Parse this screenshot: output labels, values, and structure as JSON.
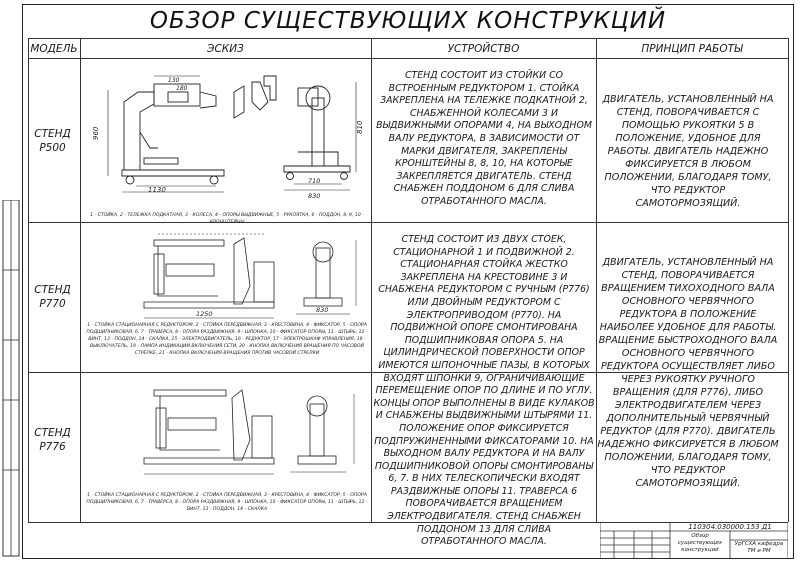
{
  "title": "ОБЗОР СУЩЕСТВУЮЩИХ КОНСТРУКЦИЙ",
  "columns": {
    "model": "МОДЕЛЬ",
    "sketch": "ЭСКИЗ",
    "device": "УСТРОЙСТВО",
    "principle": "ПРИНЦИП РАБОТЫ"
  },
  "rows": [
    {
      "model": "СТЕНД Р500",
      "device": "СТЕНД СОСТОИТ ИЗ СТОЙКИ СО ВСТРОЕННЫМ РЕДУКТОРОМ 1. СТОЙКА ЗАКРЕПЛЕНА НА ТЕЛЕЖКЕ ПОДКАТНОЙ 2, СНАБЖЕННОЙ КОЛЕСАМИ 3 И ВЫДВИЖНЫМИ ОПОРАМИ 4, НА ВЫХОДНОМ ВАЛУ РЕДУКТОРА, В ЗАВИСИМОСТИ ОТ МАРКИ ДВИГАТЕЛЯ, ЗАКРЕПЛЕНЫ КРОНШТЕЙНЫ 8, 8, 10, НА КОТОРЫЕ ЗАКРЕПЛЯЕТСЯ ДВИГАТЕЛЬ. СТЕНД СНАБЖЕН ПОДДОНОМ 6 ДЛЯ СЛИВА ОТРАБОТАННОГО МАСЛА.",
      "principle": "ДВИГАТЕЛЬ, УСТАНОВЛЕННЫЙ НА СТЕНД, ПОВОРАЧИВАЕТСЯ С ПОМОЩЬЮ РУКОЯТКИ 5 В ПОЛОЖЕНИЕ, УДОБНОЕ ДЛЯ РАБОТЫ. ДВИГАТЕЛЬ НАДЕЖНО ФИКСИРУЕТСЯ В ЛЮБОМ ПОЛОЖЕНИИ, БЛАГОДАРЯ ТОМУ, ЧТО РЕДУКТОР САМОТОРМОЗЯЩИЙ.",
      "caption": "1 - СТОЙКА, 2 - ТЕЛЕЖКА ПОДКАТНАЯ, 3 - КОЛЕСА, 4 - ОПОРЫ ВЫДВИЖНЫЕ, 5 - РУКОЯТКА, 6 - ПОДДОН, 8, 9, 10 - КРОНШТЕЙНЫ",
      "dims": {
        "d1130": "1130",
        "d960": "960",
        "d810": "810",
        "d710": "710",
        "d830": "830",
        "d130": "130",
        "d180": "180"
      }
    },
    {
      "model": "СТЕНД Р770",
      "device": "СТЕНД СОСТОИТ ИЗ ДВУХ СТОЕК, СТАЦИОНАРНОЙ 1 И ПОДВИЖНОЙ 2. СТАЦИОНАРНАЯ СТОЙКА ЖЕСТКО ЗАКРЕПЛЕНА НА КРЕСТОВИНЕ 3 И СНАБЖЕНА РЕДУКТОРОМ С РУЧНЫМ (Р776) ИЛИ ДВОЙНЫМ РЕДУКТОРОМ С ЭЛЕКТРОПРИВОДОМ (Р770). НА ПОДВИЖНОЙ ОПОРЕ СМОНТИРОВАНА ПОДШИПНИКОВАЯ ОПОРА 5. НА ЦИЛИНДРИЧЕСКОЙ ПОВЕРХНОСТИ ОПОР ИМЕЮТСЯ ШПОНОЧНЫЕ ПАЗЫ, В КОТОРЫХ ВХОДЯТ ШПОНКИ 9, ОГРАНИЧИВАЮЩИЕ ПЕРЕМЕЩЕНИЕ ОПОР ПО ДЛИНЕ И ПО УГЛУ. КОНЦЫ ОПОР ВЫПОЛНЕНЫ В ВИДЕ КУЛАКОВ И СНАБЖЕНЫ ВЫДВИЖНЫМИ ШТЫРЯМИ 11. ПОЛОЖЕНИЕ ОПОР ФИКСИРУЕТСЯ ПОДПРУЖИНЕННЫМИ ФИКСАТОРАМИ 10. НА ВЫХОДНОМ ВАЛУ РЕДУКТОРА И НА ВАЛУ ПОДШИПНИКОВОЙ ОПОРЫ СМОНТИРОВАНЫ 6, 7. В НИХ ТЕЛЕСКОПИЧЕСКИ ВХОДЯТ РАЗДВИЖНЫЕ ОПОРЫ 11. ТРАВЕРСА 6 ПОВОРАЧИВАЕТСЯ ВРАЩЕНИЕМ ЭЛЕКТРОДВИГАТЕЛЯ. СТЕНД СНАБЖЕН ПОДДОНОМ 13 ДЛЯ СЛИВА ОТРАБОТАННОГО МАСЛА.",
      "principle": "ДВИГАТЕЛЬ, УСТАНОВЛЕННЫЙ НА СТЕНД, ПОВОРАЧИВАЕТСЯ ВРАЩЕНИЕМ ТИХОХОДНОГО ВАЛА ОСНОВНОГО ЧЕРВЯЧНОГО РЕДУКТОРА В ПОЛОЖЕНИЕ НАИБОЛЕЕ УДОБНОЕ ДЛЯ РАБОТЫ. ВРАЩЕНИЕ БЫСТРОХОДНОГО ВАЛА ОСНОВНОГО ЧЕРВЯЧНОГО РЕДУКТОРА ОСУЩЕСТВЛЯЕТ ЛИБО ЧЕРЕЗ РУКОЯТКУ РУЧНОГО ВРАЩЕНИЯ (ДЛЯ Р776), ЛИБО ЭЛЕКТРОДВИГАТЕЛЕМ ЧЕРЕЗ ДОПОЛНИТЕЛЬНЫЙ ЧЕРВЯЧНЫЙ РЕДУКТОР (ДЛЯ Р770). ДВИГАТЕЛЬ НАДЕЖНО ФИКСИРУЕТСЯ В ЛЮБОМ ПОЛОЖЕНИИ, БЛАГОДАРЯ ТОМУ, ЧТО РЕДУКТОР САМОТОРМОЗЯЩИЙ.",
      "caption": "1 - СТОЙКА СТАЦИОНАРНАЯ С РЕДУКТОРОМ, 2 - СТОЙКА ПЕРЕДВИЖНАЯ, 3 - КРЕСТОВИНА, 4 - ФИКСАТОР, 5 - ОПОРА ПОДШИПНИКОВАЯ, 6, 7 - ТРАВЕРСА, 8 - ОПОРА РАЗДВИЖНАЯ, 9 - ШПОНКА, 10 - ФИКСАТОР ОПОРЫ, 11 - ШТЫРЬ, 12 - ВИНТ, 13 - ПОДДОН, 14 - СКАЛКА, 15 - ЭЛЕКТРОДВИГАТЕЛЬ, 16 - РЕДУКТОР, 17 - ЭЛЕКТРОШКАФ УПРАВЛЕНИЯ, 18 - ВЫКЛЮЧАТЕЛЬ, 19 - ЛАМПА ИНДИКАЦИИ ВКЛЮЧЕНИЯ СЕТИ, 20 - КНОПКА ВКЛЮЧЕНИЯ ВРАЩЕНИЯ ПО ЧАСОВОЙ СТРЕЛКЕ, 21 - КНОПКА ВКЛЮЧЕНИЯ ВРАЩЕНИЯ ПРОТИВ ЧАСОВОЙ СТРЕЛКИ",
      "dims": {
        "d1250": "1250",
        "d830": "830"
      }
    },
    {
      "model": "СТЕНД Р776",
      "caption": "1 - СТОЙКА СТАЦИОНАРНАЯ С РЕДУКТОРОМ, 2 - СТОЙКА ПЕРЕДВИЖНАЯ, 3 - КРЕСТОВИНА, 4 - ФИКСАТОР, 5 - ОПОРА ПОДШИПНИКОВАЯ, 6, 7 - ТРАВЕРСА, 8 - ОПОРА РАЗДВИЖНАЯ, 9 - ШПОНКА, 10 - ФИКСАТОР ОПОРЫ, 11 - ШТЫРЬ, 12 - ВИНТ, 13 - ПОДДОН, 14 - СКАЛКА"
    }
  ],
  "stamp": {
    "doc_code": "110304.030000.153 Д1",
    "doc_name": "Обзор существующих конструкций",
    "org": "УрГСХА кафедра ТМ и РМ"
  }
}
